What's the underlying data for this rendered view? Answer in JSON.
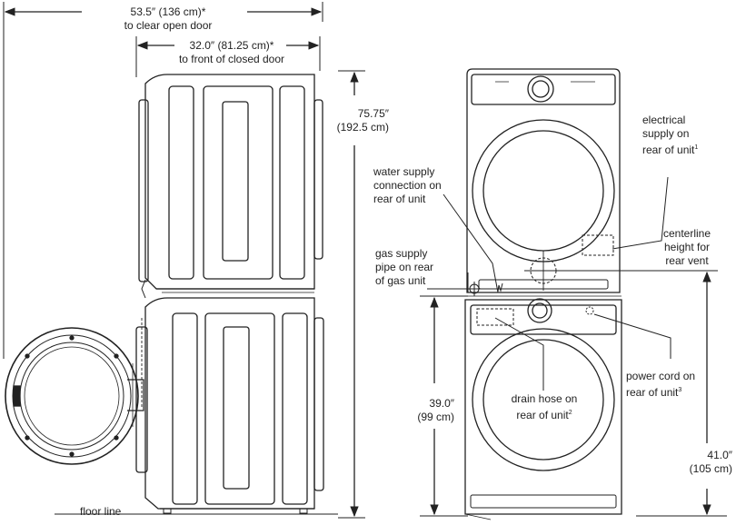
{
  "side_view": {
    "open_door": {
      "line1": "53.5″ (136 cm)*",
      "line2": "to clear open door"
    },
    "closed_door": {
      "line1": "32.0″ (81.25 cm)*",
      "line2": "to front of closed door"
    },
    "height": {
      "line1": "75.75″",
      "line2": "(192.5 cm)"
    },
    "floor": "floor line"
  },
  "front_view": {
    "electrical": {
      "line1": "electrical",
      "line2": "supply on",
      "line3": "rear of unit",
      "sup": "1"
    },
    "water": {
      "line1": "water supply",
      "line2": "connection on",
      "line3": "rear of unit"
    },
    "vent": {
      "line1": "centerline",
      "line2": "height for",
      "line3": "rear vent"
    },
    "gas": {
      "line1": "gas supply",
      "line2": "pipe on rear",
      "line3": "of gas unit"
    },
    "power": {
      "line1": "power cord on",
      "line2": "rear of unit",
      "sup": "3"
    },
    "drain": {
      "line1": "drain hose on",
      "line2": "rear of unit",
      "sup": "2"
    },
    "washer_height": {
      "line1": "39.0″",
      "line2": "(99 cm)"
    },
    "vent_height": {
      "line1": "41.0″",
      "line2": "(105 cm)"
    }
  }
}
